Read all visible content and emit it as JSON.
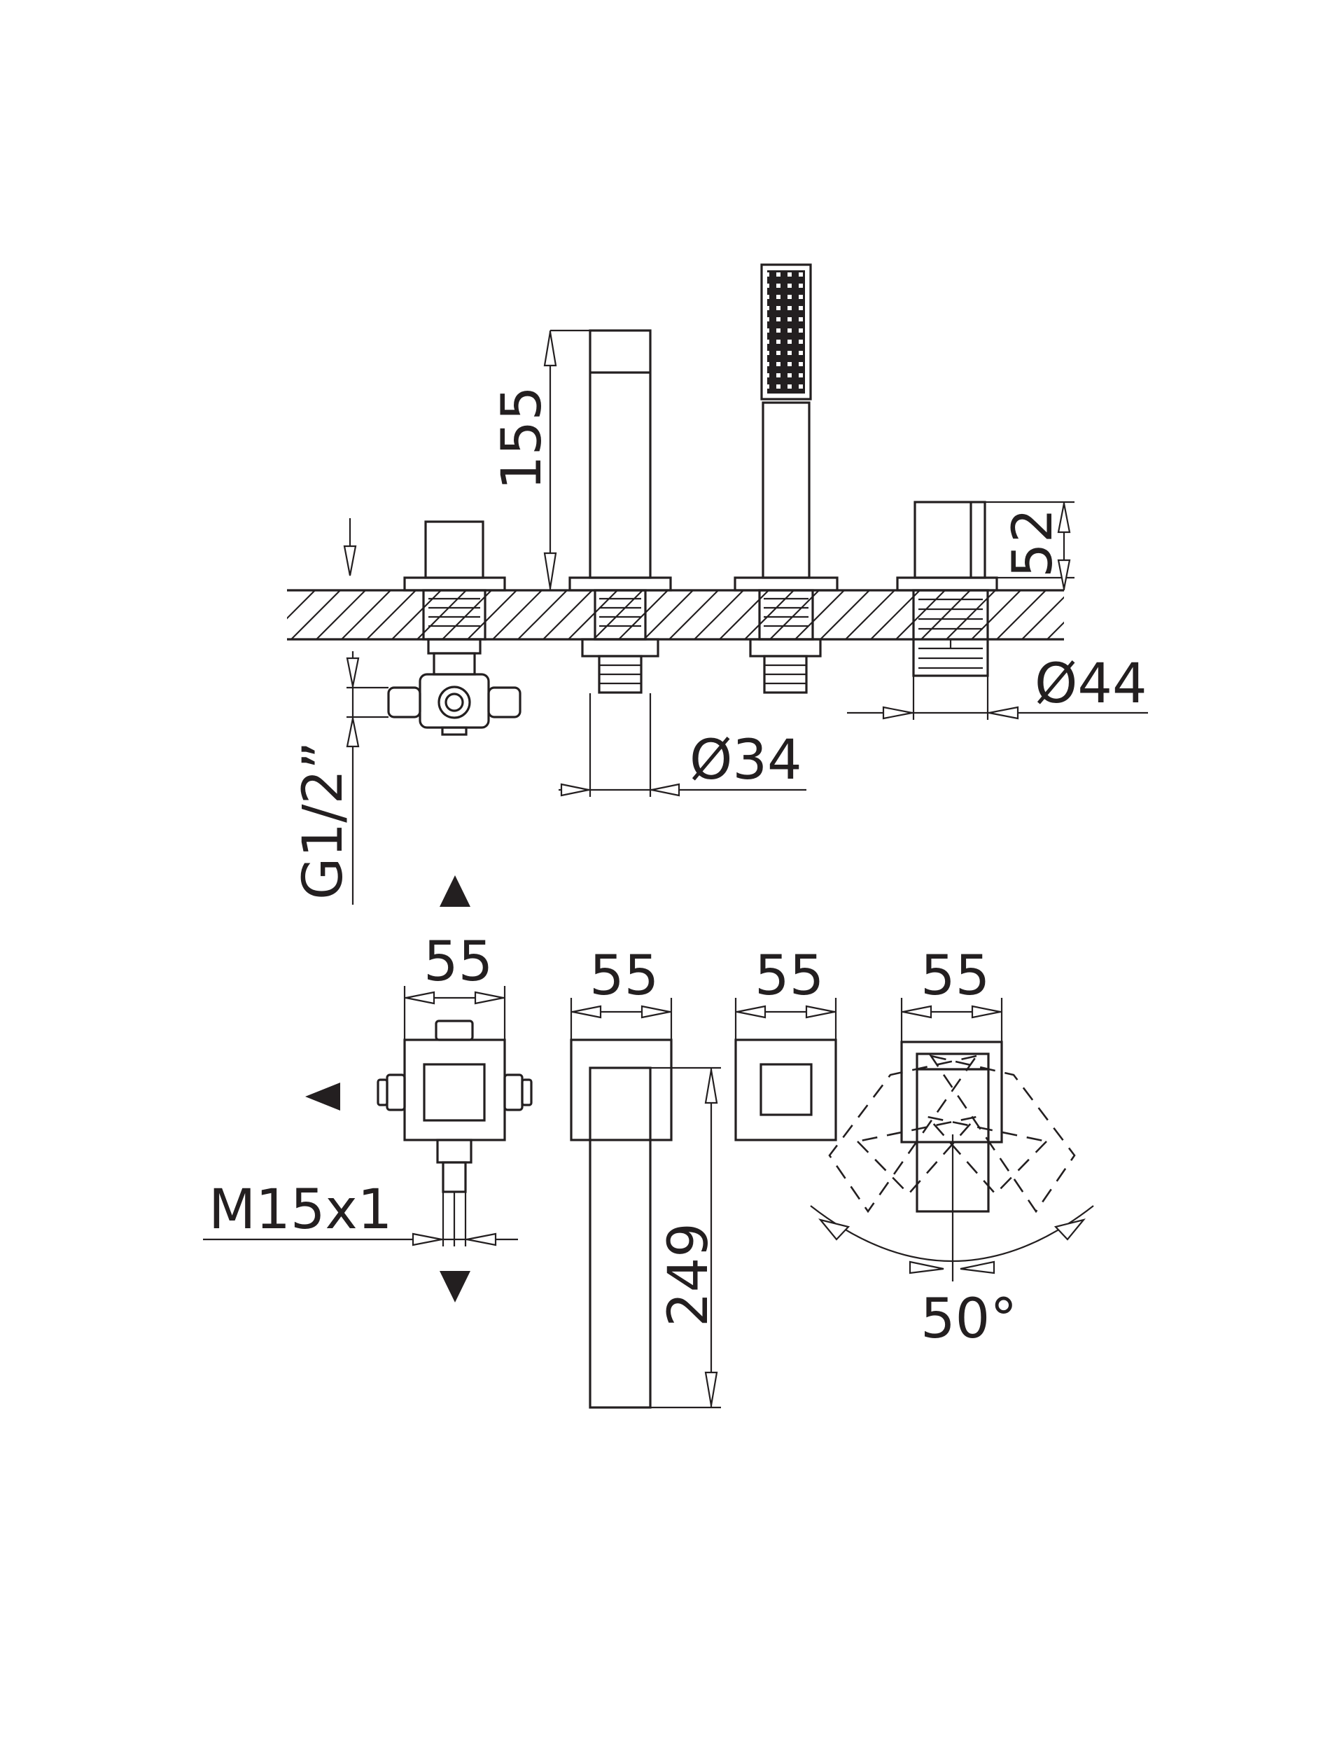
{
  "side_view": {
    "height_spout": "155",
    "height_handle": "52",
    "diameter_large": "Ø44",
    "diameter_small": "Ø34",
    "thread_connection": "G1/2”"
  },
  "top_view": {
    "width_diverter": "55",
    "width_spout": "55",
    "width_handle_right": "55",
    "width_lever": "55",
    "thread_outlet": "M15x1",
    "spout_length": "249",
    "rotation_angle": "50°"
  },
  "colors": {
    "line": "#231f20",
    "background": "#ffffff"
  }
}
